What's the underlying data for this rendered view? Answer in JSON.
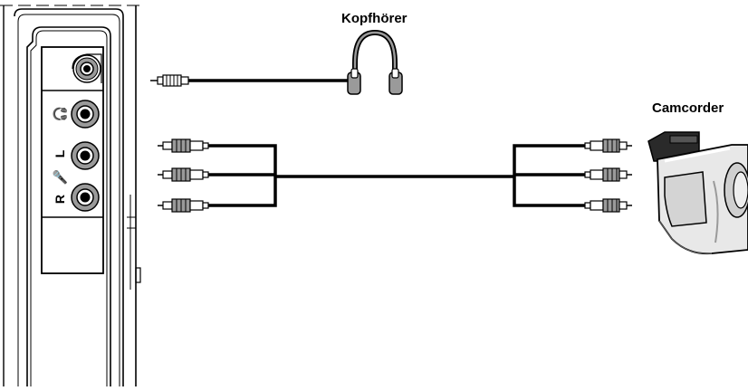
{
  "labels": {
    "headphones": "Kopfhörer",
    "camcorder": "Camcorder"
  },
  "panel": {
    "port_labels": [
      "🎧",
      "L",
      "🎤",
      "R"
    ]
  },
  "colors": {
    "line": "#000000",
    "jack_grey": "#9a9a9a",
    "jack_fill": "#ffffff",
    "camera_body": "#e8e8e8",
    "camera_dark": "#2a2a2a"
  },
  "icons": [
    "headphones-icon",
    "camcorder-icon",
    "audio-jack-icon",
    "rca-plug-icon"
  ]
}
